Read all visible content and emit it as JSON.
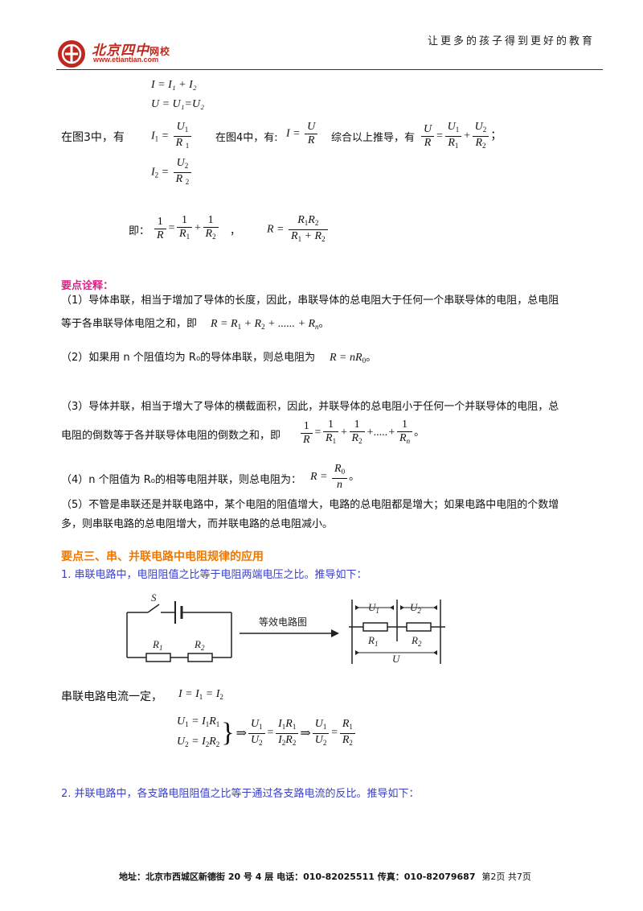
{
  "header": {
    "logo_cn": "北京四中",
    "logo_tag": "网校",
    "logo_url": "www.etiantian.com",
    "slogan": "让更多的孩子得到更好的教育"
  },
  "fig34": {
    "eq1": "I = I₁ + I₂",
    "eq2": "U = U₁=U₂",
    "fig3_lead": "在图3中，有",
    "fig4_lead": "在图4中，有:",
    "summary_lead": "综合以上推导，有",
    "semicolon": "；",
    "ji_lead": "即：",
    "comma": "，"
  },
  "notes": {
    "heading": "要点诠释：",
    "n1_a": "（1）导体串联，相当于增加了导体的长度，因此，串联导体的总电阻大于任何一个串联导体的电阻，总电阻",
    "n1_b": "等于各串联导体电阻之和，即",
    "n2": "（2）如果用 n 个阻值均为 R₀的导体串联，则总电阻为",
    "n3_a": "（3）导体并联，相当于增大了导体的横截面积，因此，并联导体的总电阻小于任何一个并联导体的电阻，总",
    "n3_b": "电阻的倒数等于各并联导体电阻的倒数之和，即",
    "n4": "（4）n 个阻值为 R₀的相等电阻并联，则总电阻为：",
    "n5_a": "（5）不管是串联还是并联电路中，某个电阻的阻值增大，电路的总电阻都是增大；如果电路中电阻的个数增",
    "n5_b": "多，则串联电路的总电阻增大，而并联电路的总电阻减小。",
    "period": "。"
  },
  "section3": {
    "title": "要点三、串、并联电路中电阻规律的应用",
    "item1": "1. 串联电路中，电阻阻值之比等于电阻两端电压之比。推导如下：",
    "diagram_label": "等效电路图",
    "current_lead": "串联电路电流一定，",
    "item2": "2. 并联电路中，各支路电阻阻值之比等于通过各支路电流的反比。推导如下："
  },
  "footer": {
    "address": "地址：北京市西城区新德街 20 号 4 层",
    "phone": "电话：010-82025511",
    "fax": "传真：010-82079687",
    "page": "第2页  共7页"
  },
  "colors": {
    "heading_magenta": "#e0208a",
    "section_orange": "#f07800",
    "item_blue": "#3a3fc8",
    "logo_red": "#c0281e"
  }
}
